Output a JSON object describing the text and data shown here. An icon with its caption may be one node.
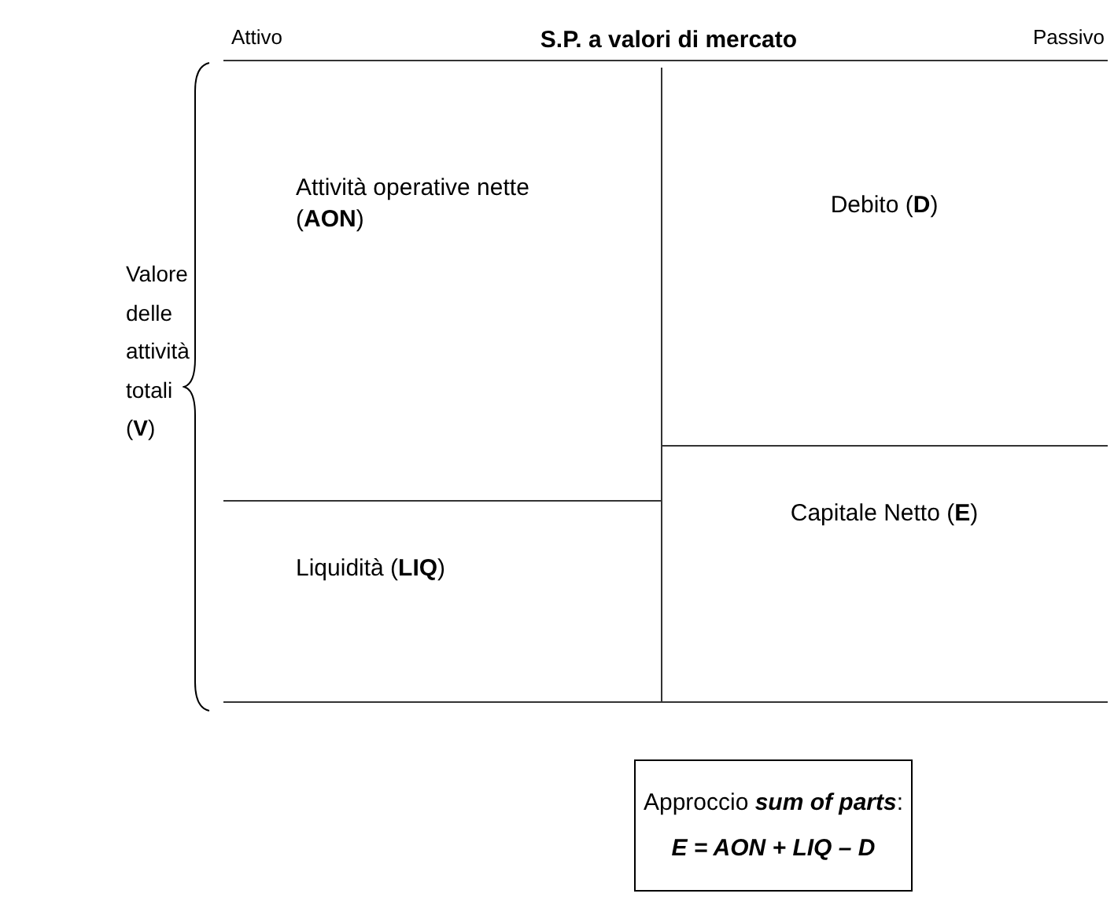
{
  "diagram": {
    "title": "S.P. a valori di mercato",
    "nodes": [
      {
        "text": [
          "Attività operative nette (**AON**)"
        ]
      },
      {
        "text": [
          "Debito (**D**)"
        ]
      },
      {
        "text": [
          "Liquidità (**LIQ**)"
        ]
      },
      {
        "text": [
          "Capitale Netto (**E**)"
        ]
      },
      {
        "text": [
          "Approccio **sum of parts**:",
          "E = AON + LIQ – D"
        ]
      }
    ],
    "labels": [
      "Attivo",
      "Passivo",
      "Valore delle attività totali (**V**)"
    ]
  }
}
